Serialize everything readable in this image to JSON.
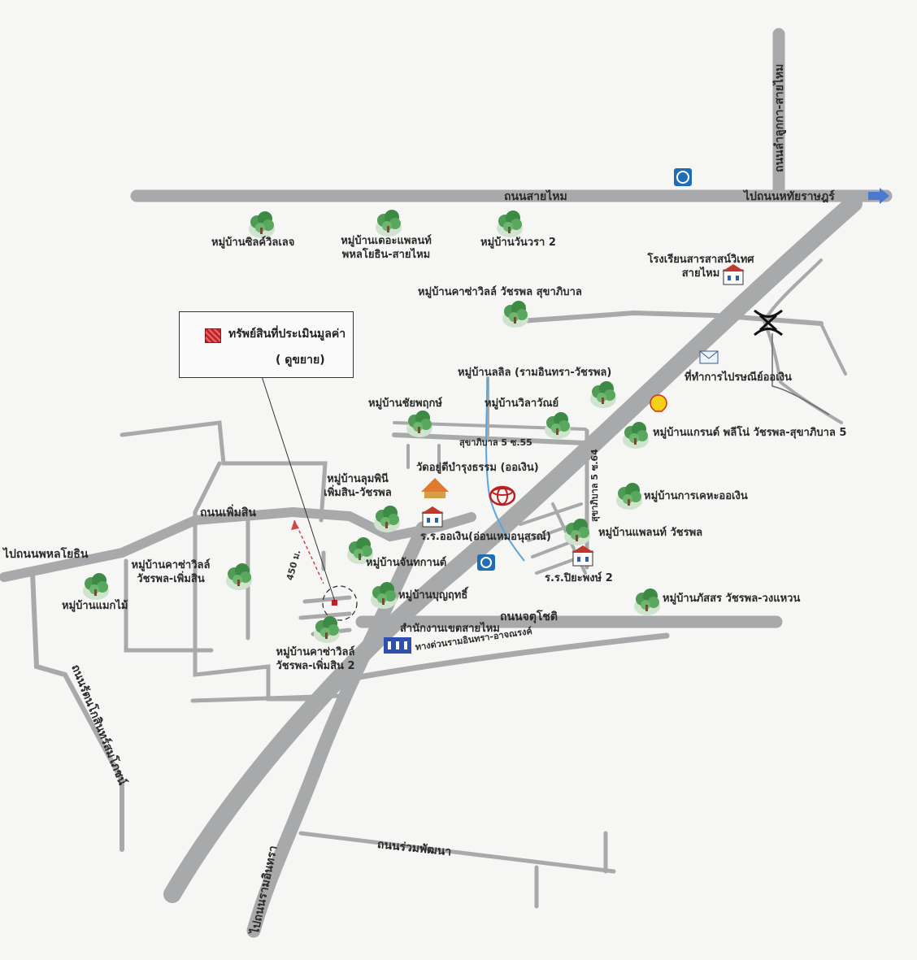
{
  "roads": {
    "sai_mai": "ถนนสายไหม",
    "to_hathai": "ไปถนนหทัยราษฎร์",
    "lam_luk_ka": "ถนนลำลูกกา-สายไหม",
    "phoem_sin": "ถนนเพิ่มสิน",
    "to_phahon": "ไปถนนพหลโยธิน",
    "chatuchot": "ถนนจตุโชติ",
    "expressway": "ทางด่วนรามอินทรา-อาจณรงค์",
    "ruam_phatthana": "ถนนร่วมพัฒนา",
    "to_ram_inthra": "ไปถนนรามอินทรา",
    "kanchanaphisek": "ถนนรัตนโกสินทร์สมโภชน์",
    "sukhaphiban5_55": "สุขาภิบาล 5 ซ.55",
    "sukhaphiban5_64": "สุขาภิบาล 5 ซ.64"
  },
  "places": {
    "silk_village": "หมู่บ้านซิลค์วิลเลจ",
    "the_plant_1": "หมู่บ้านเดอะแพลนท์",
    "the_plant_2": "พหลโยธิน-สายไหม",
    "wanwara": "หมู่บ้านวันวรา 2",
    "school_1": "โรงเรียนสารสาสน์วิเทศ",
    "school_2": "สายไหม",
    "casa_sukhaphiban": "หมู่บ้านคาซ่าวิลล์ วัชรพล สุขาภิบาล",
    "lalin": "หมู่บ้านลลิล (รามอินทรา-วัชรพล)",
    "post_office": "ที่ทำการไปรษณีย์ออเงิน",
    "chaiyaphruek": "หมู่บ้านชัยพฤกษ์",
    "wilawan": "หมู่บ้านวิลาวัณย์",
    "grand_pleno": "หมู่บ้านแกรนด์ พลีโน่ วัชรพล-สุขาภิบาล 5",
    "temple": "วัดอยู่ดีบำรุงธรรม (ออเงิน)",
    "pruksa_1": "หมู่บ้านลุมพินี",
    "pruksa_2": "เพิ่มสิน-วัชรพล",
    "kaeha": "หมู่บ้านการเคหะออเงิน",
    "school_ornngoen": "ร.ร.ออเงิน(อ่อนเหมอนุสรณ์)",
    "the_plant_watcharaphon": "หมู่บ้านแพลนท์ วัชรพล",
    "chanthakan": "หมู่บ้านจันทกานต์",
    "casa_phoemsin_1": "หมู่บ้านคาซ่าวิลล์",
    "casa_phoemsin_2": "วัชรพล-เพิ่มสิน",
    "maekmai": "หมู่บ้านแมกไม้",
    "bunyarik": "หมู่บ้านบุญฤทธิ์",
    "piyaphong": "ร.ร.ปิยะพงษ์ 2",
    "phatson": "หมู่บ้านภัสสร วัชรพล-วงแหวน",
    "casa2_1": "หมู่บ้านคาซ่าวิลล์",
    "casa2_2": "วัชรพล-เพิ่มสิน 2",
    "district_office": "สำนักงานเขตสายไหม",
    "distance": "450 ม."
  },
  "legend": {
    "title": "ทรัพย์สินที่ประเมินมูลค่า",
    "subtitle": "( ดูขยาย)",
    "swatch_color": "#c0232a"
  },
  "colors": {
    "road": "#a8a9aa",
    "tree": "#3c8a43",
    "canal": "#5aa7e0",
    "background": "#f6f6f4"
  },
  "icons": [
    "tree-icon",
    "bank-icon",
    "school-icon",
    "post-icon",
    "shell-icon",
    "toyota-icon",
    "temple-icon",
    "interchange-icon",
    "arrow-right-icon",
    "target-icon"
  ]
}
